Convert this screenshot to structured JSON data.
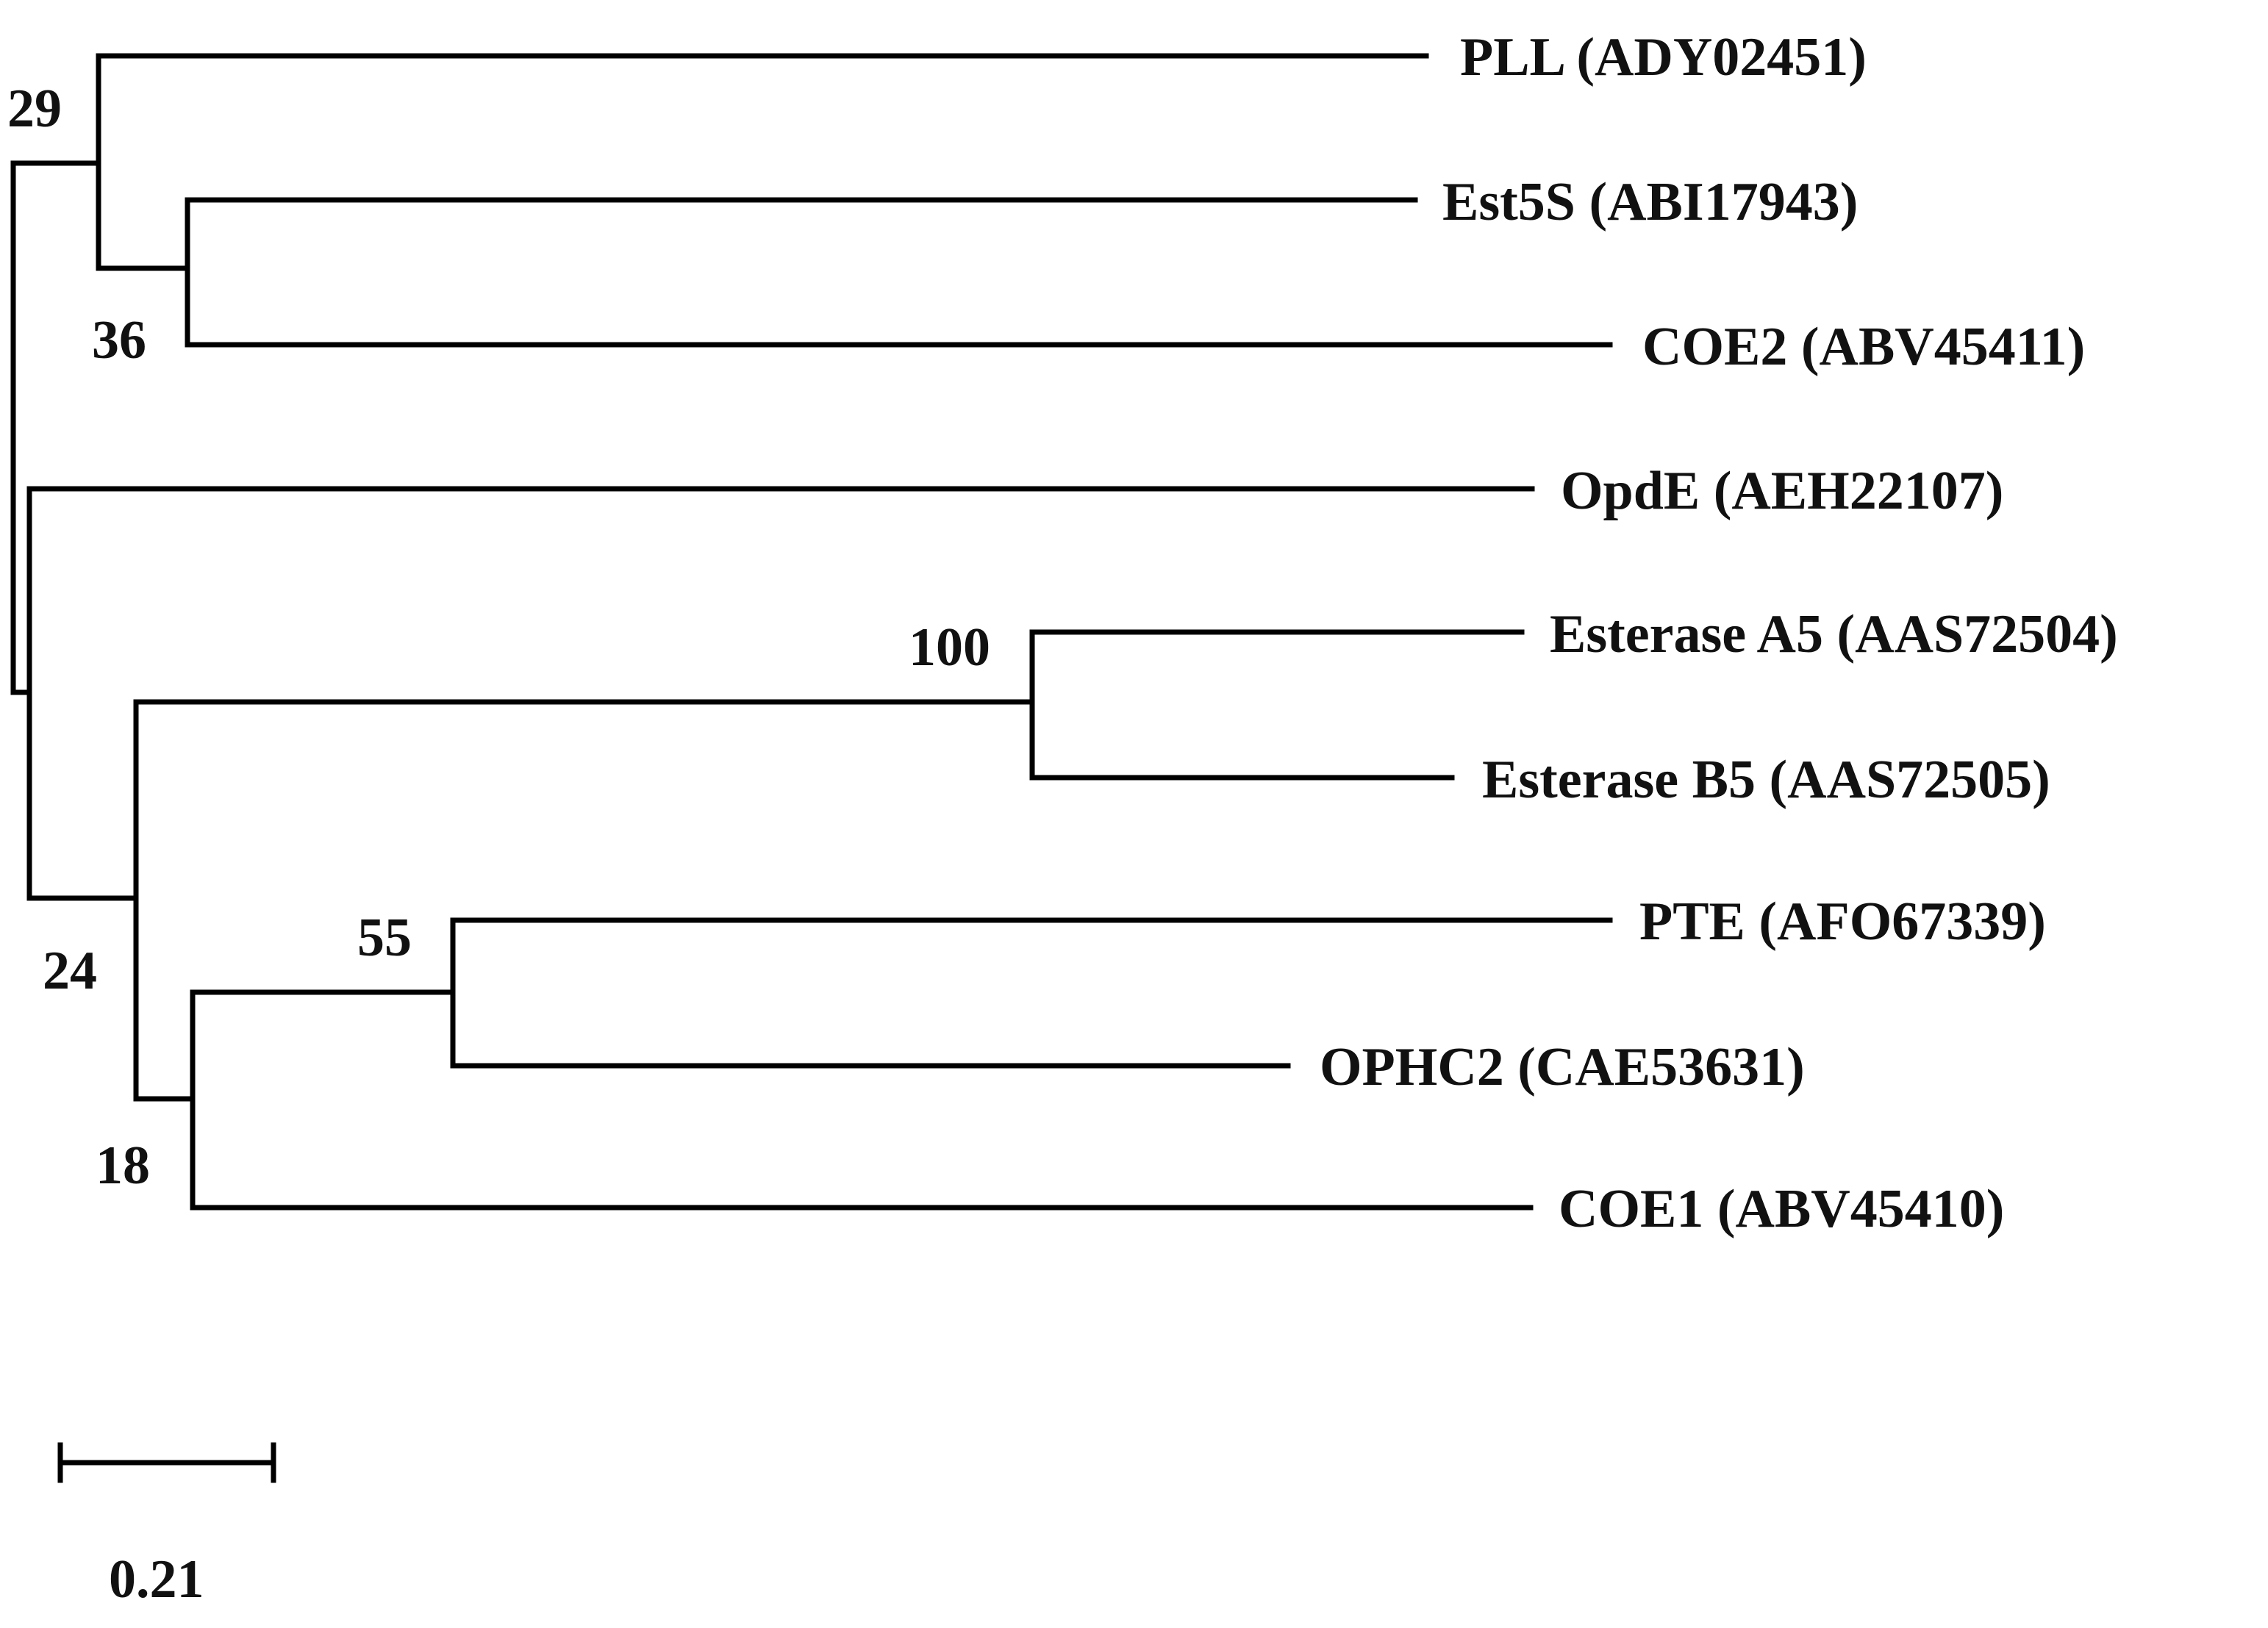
{
  "tree": {
    "taxa": [
      {
        "name": "PLL",
        "accession": "ADY02451",
        "label": "PLL (ADY02451)"
      },
      {
        "name": "Est5S",
        "accession": "ABI17943",
        "label": "Est5S (ABI17943)"
      },
      {
        "name": "COE2",
        "accession": "ABV45411",
        "label": "COE2 (ABV45411)"
      },
      {
        "name": "OpdE",
        "accession": "AEH22107",
        "label": "OpdE (AEH22107)"
      },
      {
        "name": "Esterase A5",
        "accession": "AAS72504",
        "label": "Esterase A5 (AAS72504)"
      },
      {
        "name": "Esterase B5",
        "accession": "AAS72505",
        "label": "Esterase B5 (AAS72505)"
      },
      {
        "name": "PTE",
        "accession": "AFO67339",
        "label": "PTE (AFO67339)"
      },
      {
        "name": "OPHC2",
        "accession": "CAE53631",
        "label": "OPHC2 (CAE53631)"
      },
      {
        "name": "COE1",
        "accession": "ABV45410",
        "label": "COE1 (ABV45410)"
      }
    ],
    "bootstrap_values": {
      "pll_est5s_coe2_clade": "29",
      "est5s_coe2_clade": "36",
      "esterase_a5_b5_clade": "100",
      "esterase_pte_ophc2_coe1_clade": "24",
      "pte_ophc2_coe1_clade": "18",
      "pte_ophc2_clade": "55"
    },
    "scale_bar": {
      "label": "0.21"
    }
  }
}
